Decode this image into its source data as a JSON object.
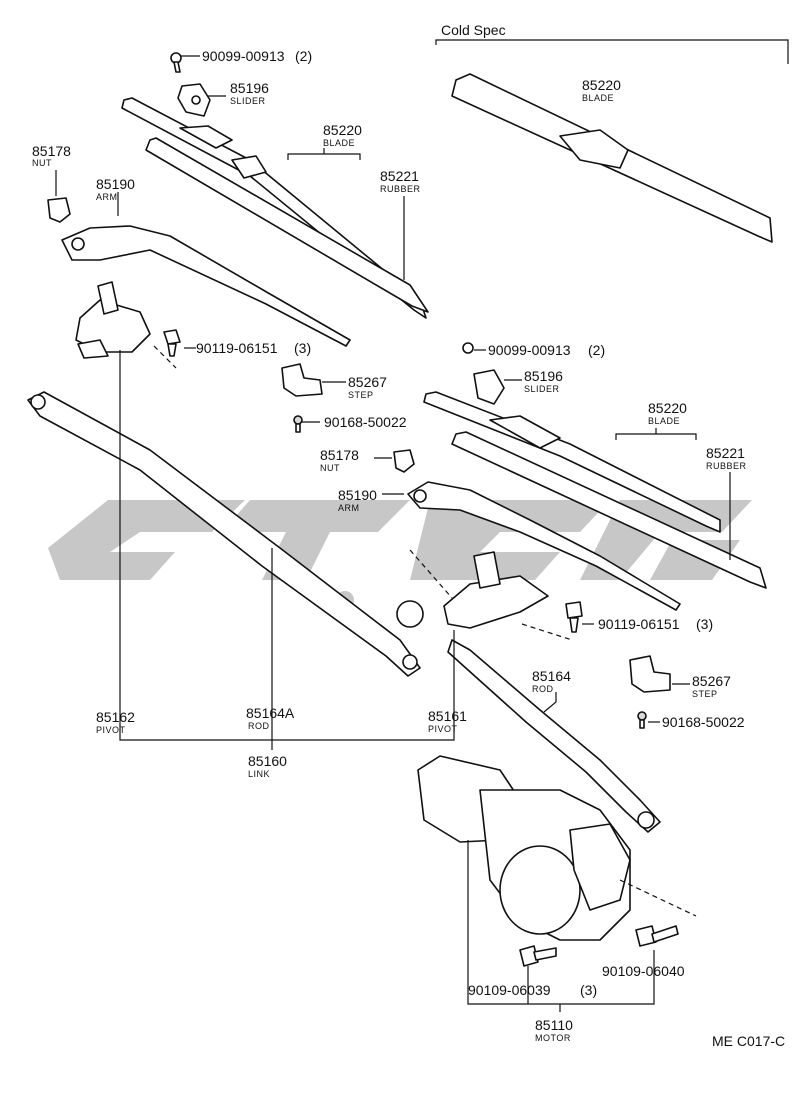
{
  "cold_spec": "Cold Spec",
  "drawing_code": "ME C017-C",
  "parts": {
    "p_90099_a": {
      "number": "90099-00913",
      "qty": "(2)"
    },
    "p_85196_a": {
      "number": "85196",
      "name": "SLIDER"
    },
    "p_85178_a": {
      "number": "85178",
      "name": "NUT"
    },
    "p_85190_a": {
      "number": "85190",
      "name": "ARM"
    },
    "p_85220_a": {
      "number": "85220",
      "name": "BLADE"
    },
    "p_85221_a": {
      "number": "85221",
      "name": "RUBBER"
    },
    "p_85220_cold": {
      "number": "85220",
      "name": "BLADE"
    },
    "p_90119_a": {
      "number": "90119-06151",
      "qty": "(3)"
    },
    "p_85267_a": {
      "number": "85267",
      "name": "STEP"
    },
    "p_90168_a": {
      "number": "90168-50022"
    },
    "p_90099_b": {
      "number": "90099-00913",
      "qty": "(2)"
    },
    "p_85196_b": {
      "number": "85196",
      "name": "SLIDER"
    },
    "p_85220_b": {
      "number": "85220",
      "name": "BLADE"
    },
    "p_85221_b": {
      "number": "85221",
      "name": "RUBBER"
    },
    "p_85178_b": {
      "number": "85178",
      "name": "NUT"
    },
    "p_85190_b": {
      "number": "85190",
      "name": "ARM"
    },
    "p_90119_b": {
      "number": "90119-06151",
      "qty": "(3)"
    },
    "p_85267_b": {
      "number": "85267",
      "name": "STEP"
    },
    "p_90168_b": {
      "number": "90168-50022"
    },
    "p_85164": {
      "number": "85164",
      "name": "ROD"
    },
    "p_85162": {
      "number": "85162",
      "name": "PIVOT"
    },
    "p_85164A": {
      "number": "85164A",
      "name": "ROD"
    },
    "p_85161": {
      "number": "85161",
      "name": "PIVOT"
    },
    "p_85160": {
      "number": "85160",
      "name": "LINK"
    },
    "p_90109_06039": {
      "number": "90109-06039",
      "qty": "(3)"
    },
    "p_90109_06040": {
      "number": "90109-06040"
    },
    "p_85110": {
      "number": "85110",
      "name": "MOTOR"
    }
  }
}
